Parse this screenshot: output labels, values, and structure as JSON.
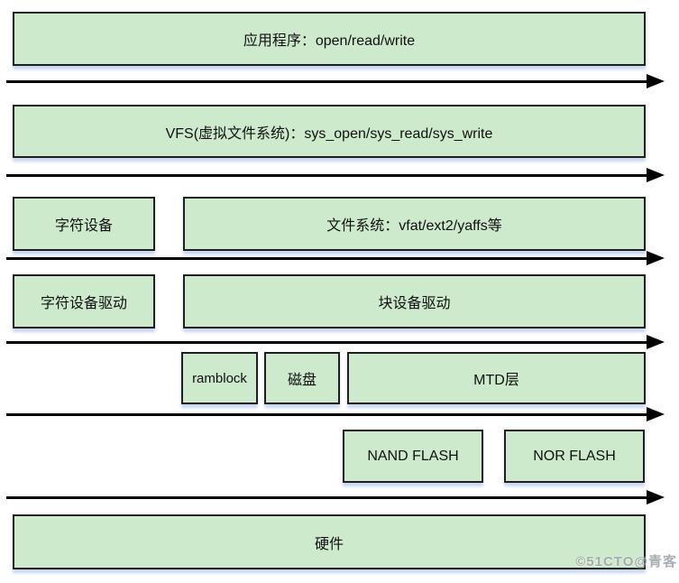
{
  "diagram": {
    "description": "Linux storage driver layered architecture diagram",
    "layers": {
      "app": "应用程序：open/read/write",
      "vfs": "VFS(虚拟文件系统)：sys_open/sys_read/sys_write",
      "char_device": "字符设备",
      "filesystem": "文件系统：vfat/ext2/yaffs等",
      "char_device_driver": "字符设备驱动",
      "block_device_driver": "块设备驱动",
      "ramblock": "ramblock",
      "disk": "磁盘",
      "mtd": "MTD层",
      "nand_flash": "NAND FLASH",
      "nor_flash": "NOR FLASH",
      "hardware": "硬件"
    },
    "colors": {
      "box_fill": "#cdeacc",
      "box_border": "#1f1f1f",
      "box_shadow": "#c6d5f0",
      "arrow": "#000000",
      "background": "#ffffff",
      "text": "#101010"
    },
    "watermark": "©51CTO@青客"
  }
}
